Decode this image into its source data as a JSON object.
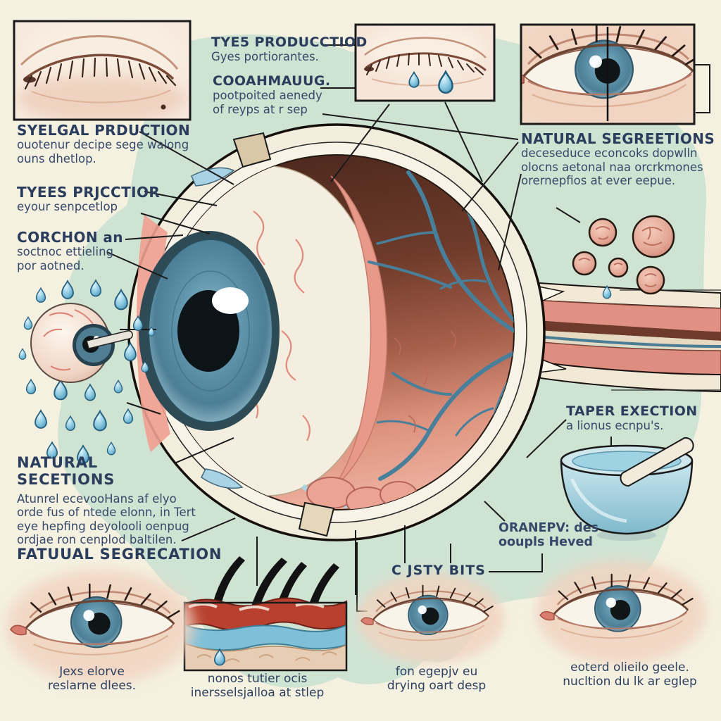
{
  "colors": {
    "background": "#f4f1e1",
    "accent_green": "#cfe3d3",
    "text_navy": "#2d3f5e",
    "iris_blue": "#5e93aa",
    "tear_blue": "#7cc4de",
    "tissue_pink": "#e79a8c",
    "interior_maroon": "#6b392b",
    "vessel_blue": "#4a7d95"
  },
  "labels": {
    "tyes_production": {
      "heading": "TYE5 PRODUCCTIOD",
      "sub1": "Gyes portiorantes."
    },
    "cooahmaug": {
      "heading": "COOAHMAUUG.",
      "sub1": "pootpoited aenedy",
      "sub2": "of reyps at r sep"
    },
    "syelgal": {
      "heading": "SYELGAL PRDUCTION",
      "sub1": "ouotenur decipe sege walong",
      "sub2": "ouns dhetlop."
    },
    "tyees": {
      "heading": "TYEES PRJCCTIOR",
      "sub1": "eyour senpcetlop"
    },
    "corchon": {
      "heading": "CORCHON an",
      "sub1": "soctnoc ettieling",
      "sub2": "por aotned."
    },
    "natural_left": {
      "heading": "NATURAL SECETIONS",
      "sub1": "Atunrel ecevooHans af elyo",
      "sub2": "orde fus of ntede elonn, in Tert",
      "sub3": "eye hepfing deyolooli oenpug",
      "sub4": "ordjae ron cenplod baltilen."
    },
    "fatuual": {
      "heading": "FATUUAL SEGRECATION"
    },
    "natural_right": {
      "heading": "NATURAL SEGREETIONS",
      "sub1": "deceseduce econcoks dopwlln",
      "sub2": "olocns aetonal naa orcrkmones",
      "sub3": "orernepfios at ever eepue."
    },
    "taper": {
      "heading": "TAPER EXECTION",
      "sub1": "a lionus ecnpu's."
    },
    "oranepv": {
      "line1": "ORANEPV: des",
      "line2": "ooupls Heved"
    },
    "custy": {
      "heading": "C JSTY BITS"
    },
    "cap_bottom_left": {
      "line1": "Jexs elorve",
      "line2": "reslarne dlees."
    },
    "cap_bottom_center": {
      "line1": "nonos tutier ocis",
      "line2": "inersselsjalloa at stlep"
    },
    "cap_bottom_mid": {
      "line1": "fon egepjv eu",
      "line2": "drying oart desp"
    },
    "cap_bottom_right": {
      "line1": "eoterd olieilo geele.",
      "line2": "nucltion du lk ar eglep"
    }
  }
}
